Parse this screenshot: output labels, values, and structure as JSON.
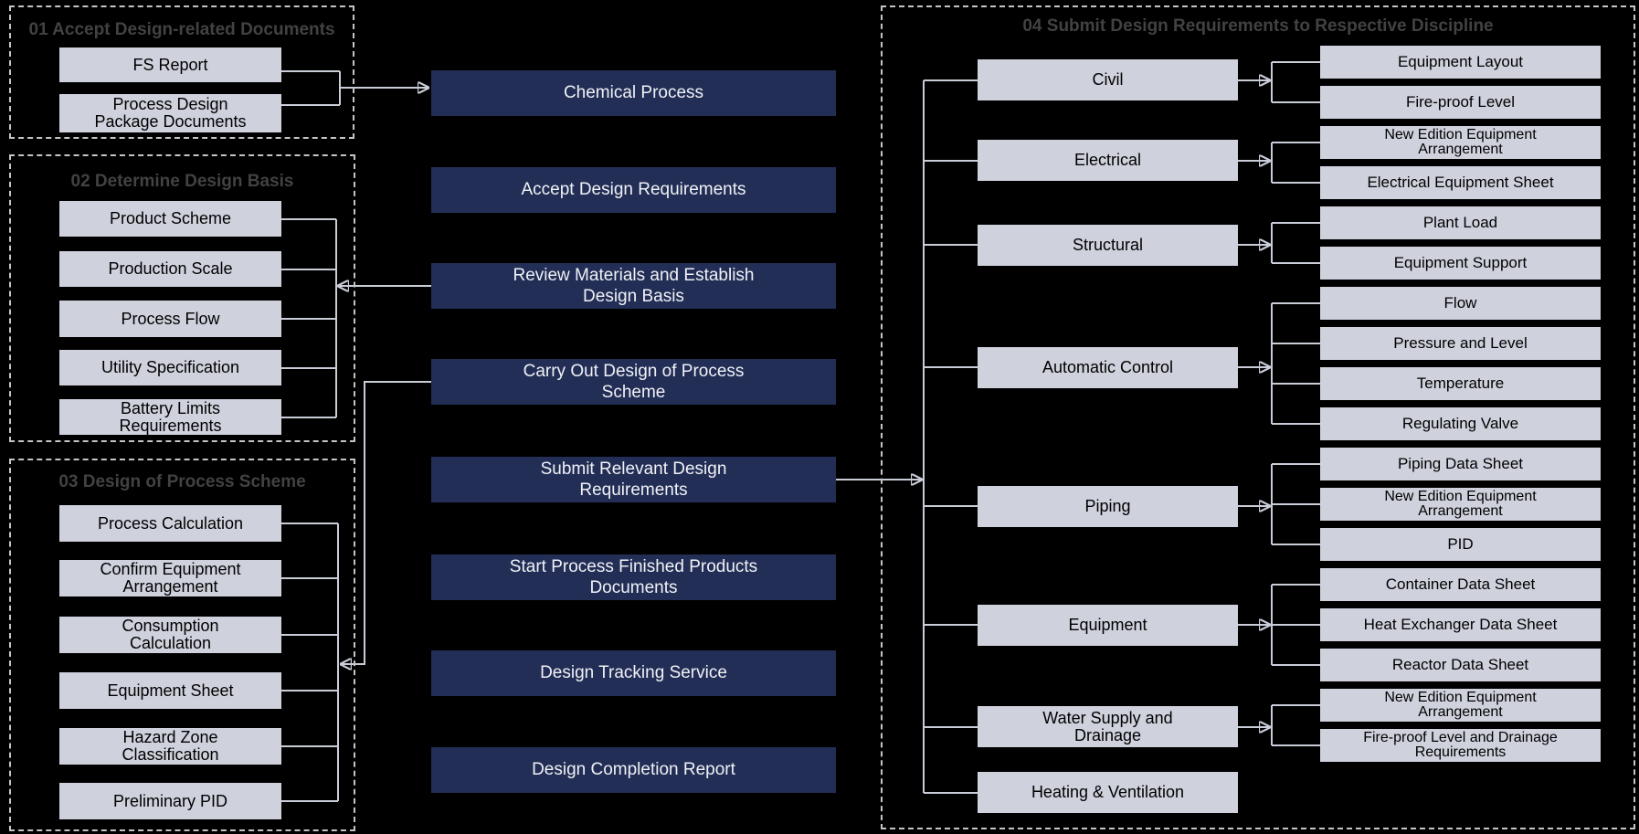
{
  "colors": {
    "background": "#000000",
    "step_box": "#222E55",
    "step_text": "#F0F1F6",
    "light_box": "#CFD2DD",
    "connector": "#C9CDD8",
    "group_border": "#C5C5C5",
    "group_title": "#424242"
  },
  "left_column": {
    "groups": [
      {
        "title": "01 Accept Design-related Documents",
        "boxes": [
          "FS Report",
          "Process Design\nPackage Documents"
        ]
      },
      {
        "title": "02 Determine Design Basis",
        "boxes": [
          "Product  Scheme",
          "Production Scale",
          "Process Flow",
          "Utility Specification",
          "Battery Limits\nRequirements"
        ]
      },
      {
        "title": "03 Design of Process Scheme",
        "boxes": [
          "Process Calculation",
          "Confirm Equipment\nArrangement",
          "Consumption\nCalculation",
          "Equipment Sheet",
          "Hazard Zone\nClassification",
          "Preliminary PID"
        ]
      }
    ]
  },
  "center_column": {
    "steps": [
      "Chemical Process",
      "Accept Design Requirements",
      "Review Materials and Establish\nDesign Basis",
      "Carry Out Design of Process\nScheme",
      "Submit Relevant Design\nRequirements",
      "Start Process Finished Products\nDocuments",
      "Design Tracking Service",
      "Design Completion Report"
    ]
  },
  "right_group": {
    "title": "04 Submit Design Requirements to Respective Discipline",
    "disciplines": [
      {
        "name": "Civil",
        "outputs": [
          "Equipment Layout",
          "Fire-proof Level"
        ]
      },
      {
        "name": "Electrical",
        "outputs": [
          "New Edition Equipment\nArrangement",
          "Electrical Equipment Sheet"
        ]
      },
      {
        "name": "Structural",
        "outputs": [
          "Plant Load",
          "Equipment Support"
        ]
      },
      {
        "name": "Automatic Control",
        "outputs": [
          "Flow",
          "Pressure and Level",
          "Temperature",
          "Regulating Valve"
        ]
      },
      {
        "name": "Piping",
        "outputs": [
          "Piping Data Sheet",
          "New Edition Equipment\nArrangement",
          "PID"
        ]
      },
      {
        "name": "Equipment",
        "outputs": [
          "Container Data Sheet",
          "Heat Exchanger Data Sheet",
          "Reactor Data Sheet"
        ]
      },
      {
        "name": "Water Supply and\nDrainage",
        "outputs": [
          "New Edition Equipment\nArrangement",
          "Fire-proof Level and Drainage\nRequirements"
        ]
      },
      {
        "name": "Heating & Ventilation",
        "outputs": []
      }
    ]
  }
}
